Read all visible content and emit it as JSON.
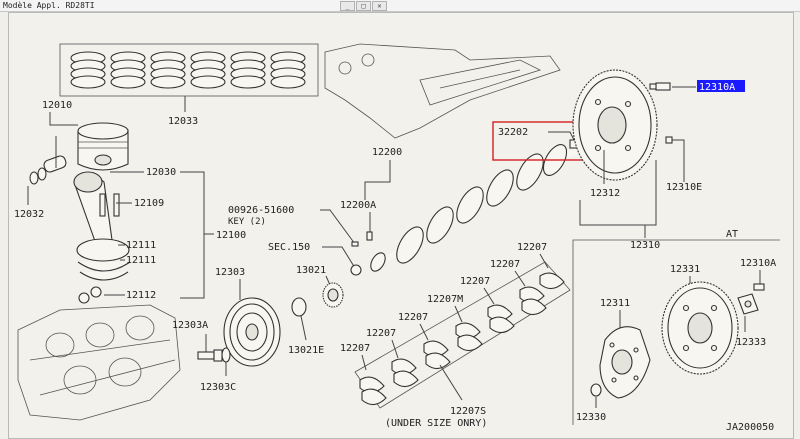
{
  "window": {
    "title": "Modèle Appl. RD28TI",
    "btn_min": "_",
    "btn_max": "□",
    "btn_close": "✕"
  },
  "labels": {
    "p12010": "12010",
    "p12033": "12033",
    "p12032": "12032",
    "p12030": "12030",
    "p12109": "12109",
    "p12100": "12100",
    "p12111a": "12111",
    "p12111b": "12111",
    "p12112": "12112",
    "p12200": "12200",
    "p12200a": "12200A",
    "p32202": "32202",
    "p12310a_top": "12310A",
    "p12312": "12312",
    "p12310e": "12310E",
    "p12310": "12310",
    "key_num": "00926-51600",
    "key_text": "KEY (2)",
    "sec150": "SEC.150",
    "p13021": "13021",
    "p12303": "12303",
    "p12303a": "12303A",
    "p12303c": "12303C",
    "p13021e": "13021E",
    "p12207_1": "12207",
    "p12207_2": "12207",
    "p12207m": "12207M",
    "p12207_3": "12207",
    "p12207_4": "12207",
    "p12207_5": "12207",
    "p12207_6": "12207",
    "p12207s": "12207S",
    "under_size": "(UNDER SIZE ONRY)",
    "at": "AT",
    "p12331": "12331",
    "p12310a_at": "12310A",
    "p12311": "12311",
    "p12333": "12333",
    "p12330": "12330",
    "ref": "JA200050"
  },
  "colors": {
    "highlight_box": "#1a1aff",
    "callout_frame": "#d42020",
    "line": "#444444"
  }
}
